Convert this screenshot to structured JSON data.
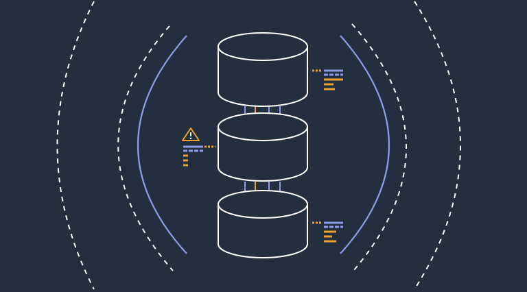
{
  "colors": {
    "background": "#232f3e",
    "outline": "#ffffff",
    "bracket": "#8c9ce8",
    "accent": "#f0a02d",
    "link_blue": "#8c9ce8"
  },
  "diagram": {
    "cylinder_count": 3,
    "cylinders": [
      {
        "name": "top-database",
        "status": "normal"
      },
      {
        "name": "middle-database",
        "status": "warning"
      },
      {
        "name": "bottom-database",
        "status": "normal"
      }
    ],
    "connectors": {
      "per_gap": 4,
      "highlighted_index": 1
    },
    "warning_icon": "warning-triangle-icon",
    "log_icon": "log-lines-icon"
  }
}
